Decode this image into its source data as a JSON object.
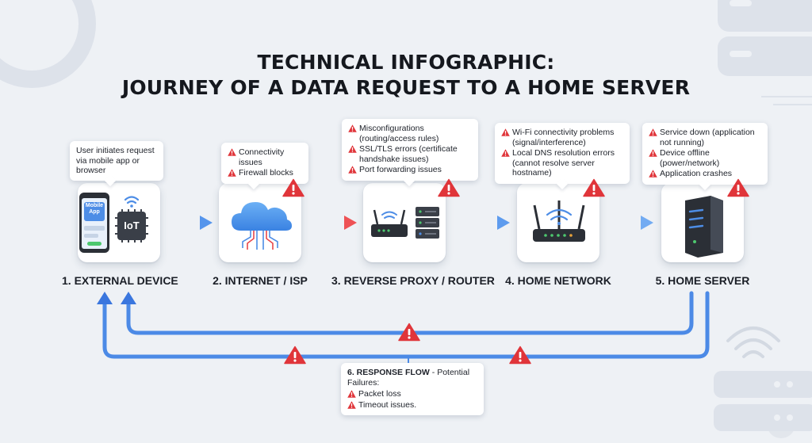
{
  "title": {
    "line1": "TECHNICAL INFOGRAPHIC:",
    "line2": "JOURNEY OF A DATA REQUEST TO A HOME SERVER"
  },
  "stages": [
    {
      "label": "1. EXTERNAL DEVICE",
      "icon": "smartphone-and-iot-icon",
      "phone_screen_text": "Mobile App",
      "iot_text": "IoT",
      "callout": [
        "User initiates request via mobile app or browser"
      ]
    },
    {
      "label": "2. INTERNET / ISP",
      "icon": "cloud-icon",
      "issues": [
        "Connectivity issues",
        "Firewall blocks"
      ]
    },
    {
      "label": "3. REVERSE PROXY / ROUTER",
      "icon": "router-and-server-icon",
      "issues": [
        "Misconfigurations (routing/access rules)",
        "SSL/TLS errors (certificate handshake issues)",
        "Port forwarding issues"
      ]
    },
    {
      "label": "4. HOME NETWORK",
      "icon": "wifi-router-icon",
      "issues": [
        "Wi-Fi connectivity problems (signal/interference)",
        "Local DNS resolution errors (cannot resolve server hostname)"
      ]
    },
    {
      "label": "5. HOME SERVER",
      "icon": "server-tower-icon",
      "issues": [
        "Service down (application not running)",
        "Device offline (power/network)",
        "Application crashes"
      ]
    }
  ],
  "response": {
    "title_bold": "6. RESPONSE FLOW",
    "title_rest": " - Potential Failures:",
    "issues": [
      "Packet loss",
      "Timeout issues."
    ]
  },
  "colors": {
    "flow_blue": "#3f7fe0",
    "flow_red": "#e8484b",
    "warning_red": "#e0353a",
    "background": "#eef1f5"
  }
}
